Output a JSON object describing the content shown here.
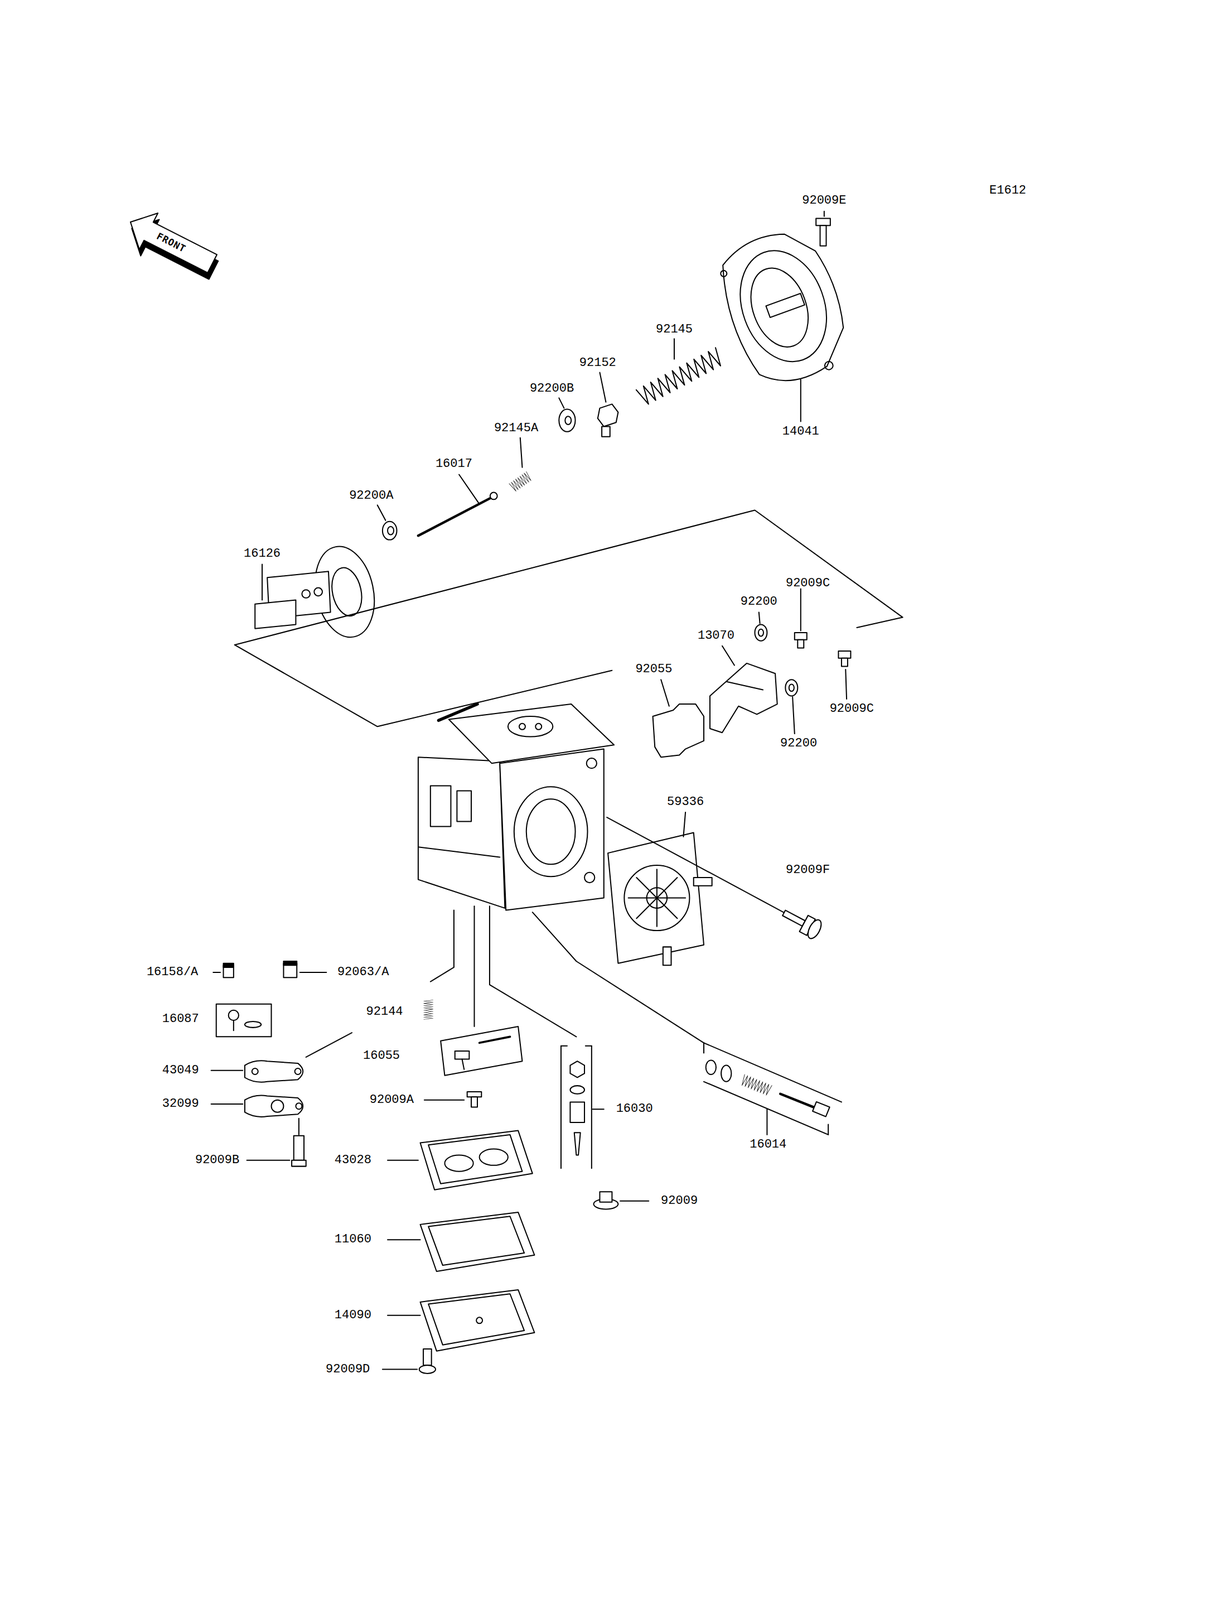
{
  "diagram": {
    "labels": [
      "E1612",
      "FRONT",
      "92009E",
      "92145",
      "92152",
      "92200B",
      "14041",
      "92145A",
      "16017",
      "92200A",
      "16126",
      "92009C",
      "92200",
      "13070",
      "92055",
      "92009C",
      "92200",
      "59336",
      "92009F",
      "16158/A",
      "92063/A",
      "16087",
      "92144",
      "43049",
      "16055",
      "92009A",
      "16030",
      "32099",
      "16014",
      "92009B",
      "43028",
      "92009",
      "11060",
      "14090",
      "92009D"
    ]
  }
}
